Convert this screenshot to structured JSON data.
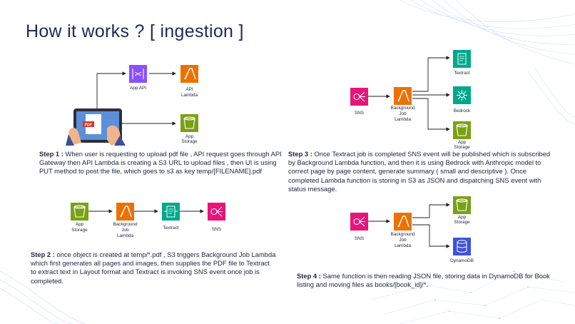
{
  "slide": {
    "title": "How it works ? [ ingestion ]"
  },
  "steps": [
    {
      "label": "Step 1 :",
      "text": " When user is requesting to upload pdf file , API request goes through API Gateway then API Lambda is creating a S3 URL to upload files , then UI is using PUT method to post the file, which goes to s3 as key temp/[FILENAME].pdf"
    },
    {
      "label": "Step 2 :",
      "text": " once object is created at temp/*.pdf , S3 triggers Background Job Lambda which first generates all pages and images, then supplies the PDF file to Textract to extract text in Layout format and Textract is invoking SNS event once job is completed."
    },
    {
      "label": "Step 3 :",
      "text": " Once Textract job is completed SNS event will be published which is subscribed by Background Lambda function, and then it is using Bedrock with Anthropic model to correct page by page content, generate summary ( small and descriptive ). Once completed Lambda function is storing in S3 as JSON and dispatching SNS event with status message."
    },
    {
      "label": "Step 4 :",
      "text": " Same function is then reading JSON file, storing data in DynamoDB for Book listing and moving files as books/[book_id]/*."
    }
  ],
  "diagram1": {
    "app_api": "App API",
    "api_lambda": [
      "API",
      "Lambda"
    ],
    "app_storage": [
      "App",
      "Storage"
    ],
    "tablet_badge": "PDF"
  },
  "diagram2": {
    "app_storage": [
      "App",
      "Storage"
    ],
    "lambda": [
      "Background",
      "Job",
      "Lambda"
    ],
    "textract": "Textract",
    "sns": "SNS"
  },
  "diagram3": {
    "sns": "SNS",
    "lambda": [
      "Background",
      "Job",
      "Lambda"
    ],
    "textract": "Textract",
    "bedrock": "Bedrock",
    "app_storage": [
      "App",
      "Storage"
    ]
  },
  "diagram4": {
    "sns": "SNS",
    "lambda": [
      "Background",
      "Job",
      "Lambda"
    ],
    "app_storage": [
      "App",
      "Storage"
    ],
    "dynamodb": "DynamoDB"
  },
  "colors": {
    "lambda": "#ED7100",
    "storage": "#7AA116",
    "api": "#8C4FFF",
    "sns": "#E7157B",
    "ml": "#01A88D",
    "dynamodb": "#4053D6",
    "title": "#1b2a57",
    "arrow": "#222222"
  }
}
